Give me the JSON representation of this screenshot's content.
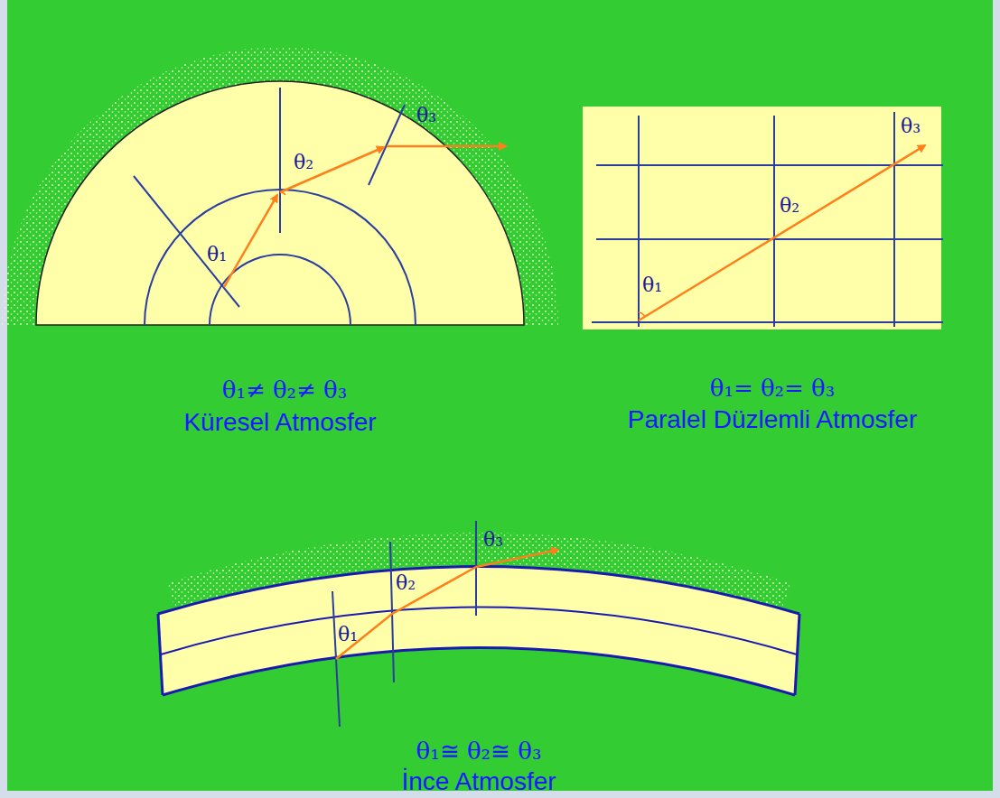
{
  "diagram": {
    "labels": [
      "θ₃",
      "θ₂",
      "θ₁",
      "θ₃",
      "θ₂",
      "θ₁",
      "θ₁≠ θ₂≠ θ₃",
      "Küresel Atmosfer",
      "θ₁= θ₂= θ₃",
      "Paralel Düzlemli Atmosfer",
      "θ₃",
      "θ₂",
      "θ₁",
      "θ₁≅ θ₂≅ θ₃",
      "İnce Atmosfer"
    ]
  }
}
